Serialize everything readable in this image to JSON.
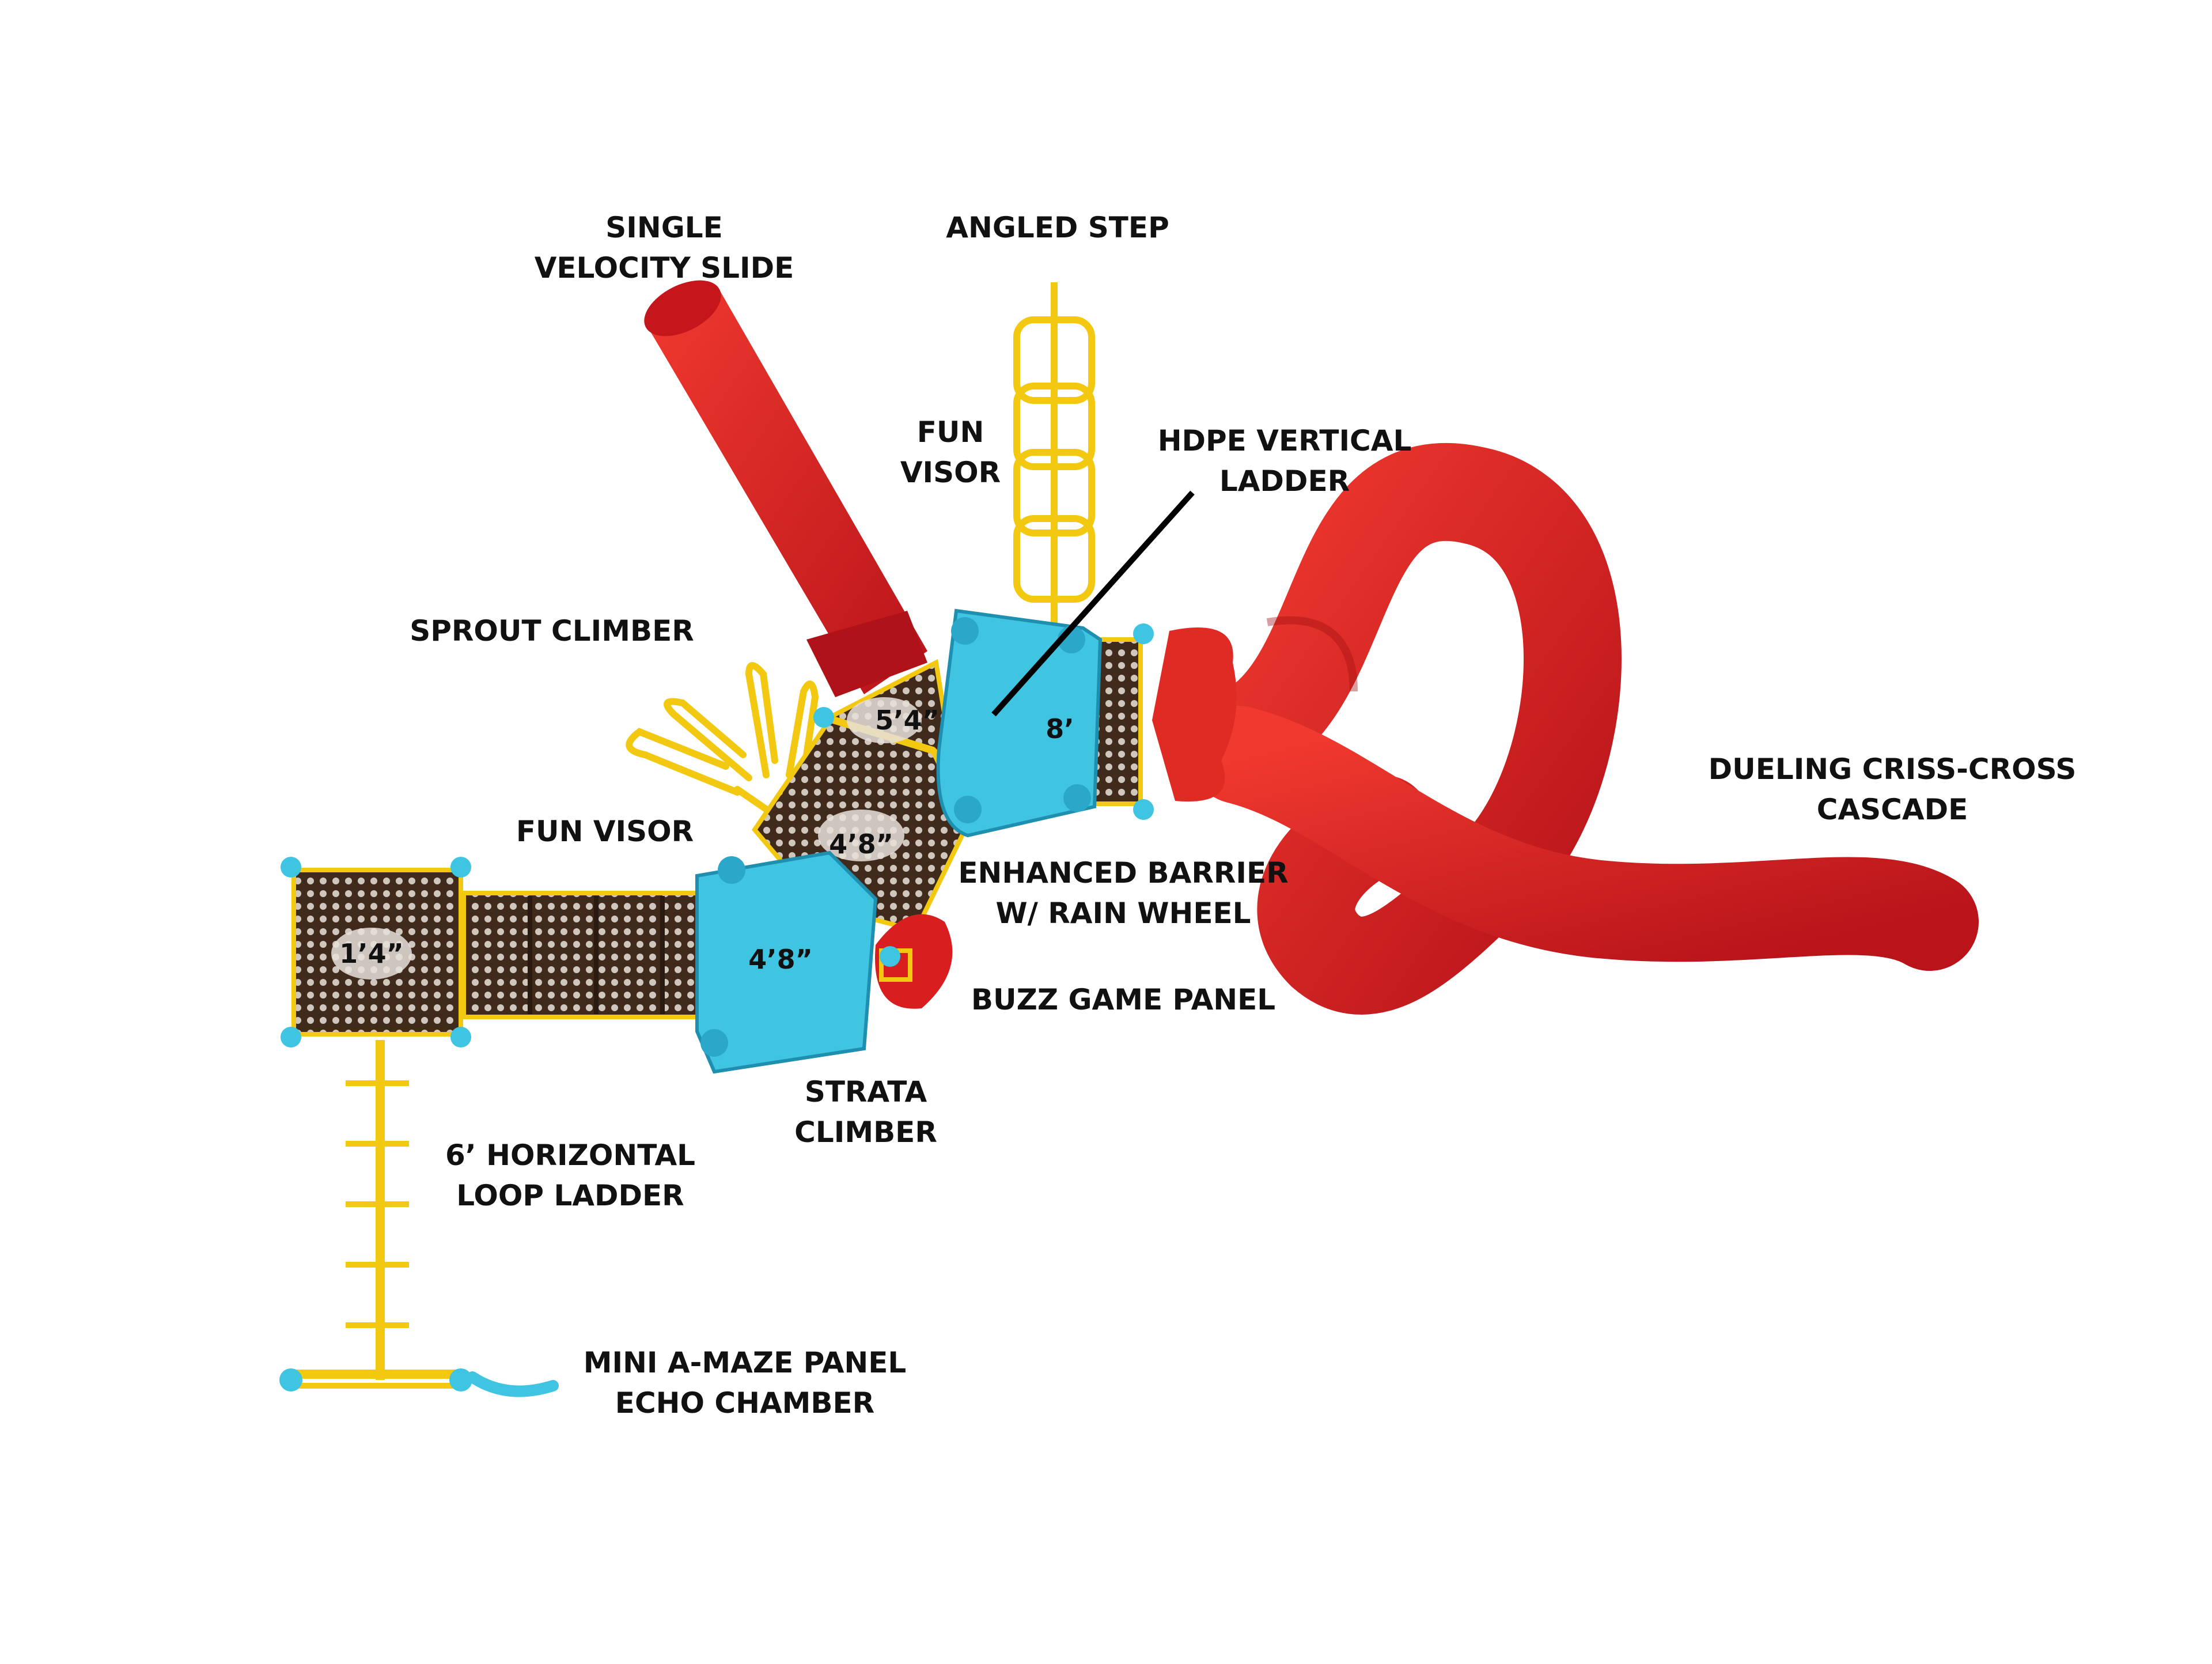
{
  "colors": {
    "slide_red": "#d81e1e",
    "slide_red_dark": "#9e0f12",
    "deck_brown": "#3f2a1c",
    "roof_blue": "#3fc4e2",
    "roof_blue_dark": "#1f8fb0",
    "frame_yellow": "#f2c811",
    "leader_line": "#000000",
    "label_text": "#111111"
  },
  "labels": {
    "single_velocity_slide": [
      "SINGLE",
      "VELOCITY SLIDE"
    ],
    "angled_step": [
      "ANGLED STEP"
    ],
    "fun_visor_top": [
      "FUN",
      "VISOR"
    ],
    "hdpe_vertical_ladder": [
      "HDPE VERTICAL",
      "LADDER"
    ],
    "sprout_climber": [
      "SPROUT CLIMBER"
    ],
    "dueling_criss_cross_cascade": [
      "DUELING CRISS-CROSS",
      "CASCADE"
    ],
    "fun_visor_left": [
      "FUN VISOR"
    ],
    "enhanced_barrier": [
      "ENHANCED BARRIER",
      "W/ RAIN WHEEL"
    ],
    "buzz_game_panel": [
      "BUZZ GAME PANEL"
    ],
    "strata_climber": [
      "STRATA",
      "CLIMBER"
    ],
    "horizontal_loop_ladder": [
      "6’ HORIZONTAL",
      "LOOP LADDER"
    ],
    "mini_a_maze_panel": [
      "MINI A-MAZE PANEL",
      "ECHO CHAMBER"
    ]
  },
  "deck_heights": {
    "deck_5_4": "5’4”",
    "deck_8": "8’",
    "deck_4_8_mid": "4’8”",
    "deck_4_8_roof": "4’8”",
    "deck_1_4": "1’4”"
  }
}
